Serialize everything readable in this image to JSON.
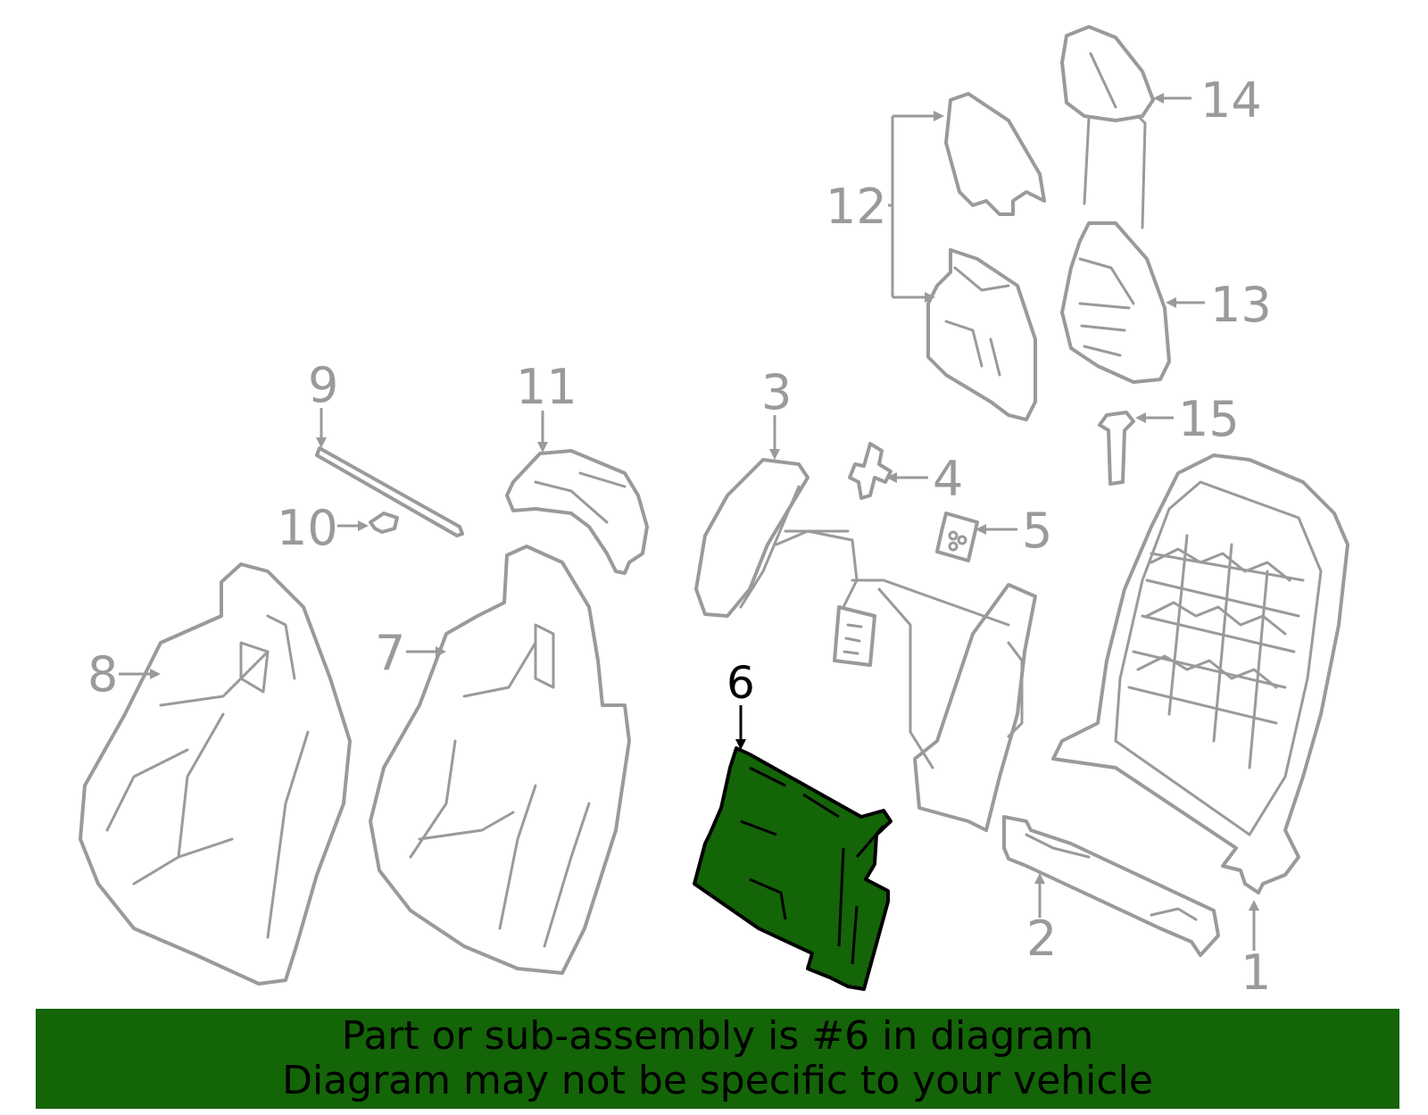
{
  "diagram": {
    "highlighted_part": "6",
    "highlight_color": "#146408",
    "line_color": "#9a9a9a",
    "callouts": [
      "1",
      "2",
      "3",
      "4",
      "5",
      "6",
      "7",
      "8",
      "9",
      "10",
      "11",
      "12",
      "13",
      "14",
      "15"
    ]
  },
  "banner": {
    "line1": "Part or sub-assembly is #6 in diagram",
    "line2": "Diagram may not be specific to your vehicle",
    "background_color": "#146408"
  }
}
